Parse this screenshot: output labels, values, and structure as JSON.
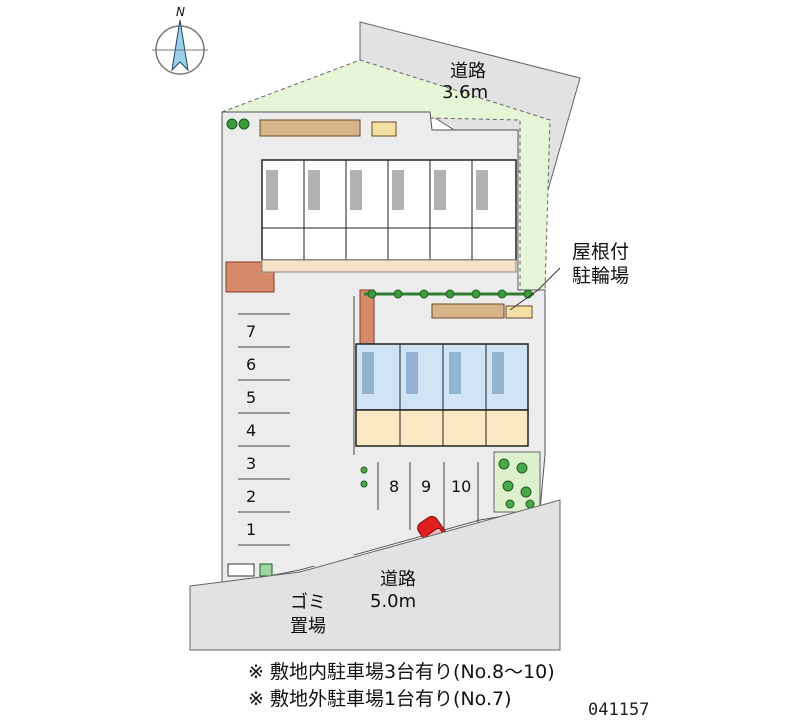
{
  "compass": {
    "north_letter": "N",
    "icon": "north-arrow-icon"
  },
  "roads": [
    {
      "id": "road-north",
      "name": "道路",
      "width": "3.6m"
    },
    {
      "id": "road-south",
      "name": "道路",
      "width": "5.0m"
    }
  ],
  "labels": {
    "bicycle_roof_line1": "屋根付",
    "bicycle_roof_line2": "駐輪場",
    "garbage_line1": "ゴミ",
    "garbage_line2": "置場"
  },
  "parking_left": [
    "7",
    "6",
    "5",
    "4",
    "3",
    "2",
    "1"
  ],
  "parking_bottom": [
    "8",
    "9",
    "10"
  ],
  "notes": [
    "※ 敷地内駐車場3台有り(No.8～10)",
    "※ 敷地外駐車場1台有り(No.7)"
  ],
  "code": "041157",
  "colors": {
    "road": "#e4e4e4",
    "green_area": "#e6f5d6",
    "lot": "#ececec",
    "unit_upper": "#ffffff",
    "unit_lower": "#cfe4f5",
    "unit_floor": "#fde8c4",
    "brick": "#c96a4a",
    "car": "#e02020"
  },
  "icons": [
    "north-arrow-icon",
    "tree-icon",
    "car-icon",
    "shrub-icon"
  ]
}
